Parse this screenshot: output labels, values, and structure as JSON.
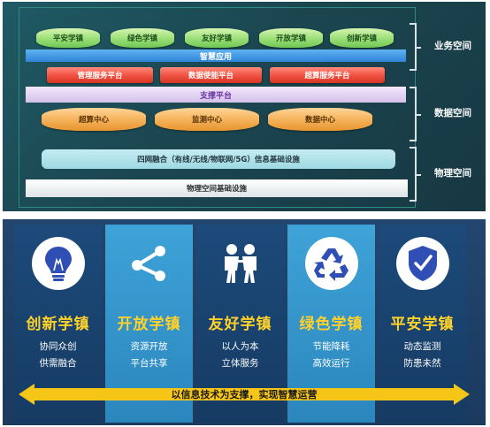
{
  "top": {
    "apps": [
      "平安学镇",
      "绿色学镇",
      "友好学镇",
      "开放学镇",
      "创新学镇"
    ],
    "smart_app": "智慧应用",
    "services": [
      "管理服务平台",
      "数据使能平台",
      "超算服务平台"
    ],
    "support": "支撑平台",
    "centers": [
      "超算中心",
      "监测中心",
      "数据中心"
    ],
    "network": "四网融合（有线/无线/物联网/5G）信息基础设施",
    "physical": "物理空间基础设施",
    "spaces": [
      "业务空间",
      "数据空间",
      "物理空间"
    ]
  },
  "bottom": {
    "columns": [
      {
        "icon": "lightbulb-icon",
        "title": "创新学镇",
        "line1": "协同众创",
        "line2": "供需融合"
      },
      {
        "icon": "share-icon",
        "title": "开放学镇",
        "line1": "资源开放",
        "line2": "平台共享"
      },
      {
        "icon": "people-icon",
        "title": "友好学镇",
        "line1": "以人为本",
        "line2": "立体服务"
      },
      {
        "icon": "recycle-icon",
        "title": "绿色学镇",
        "line1": "节能降耗",
        "line2": "高效运行"
      },
      {
        "icon": "shield-check-icon",
        "title": "平安学镇",
        "line1": "动态监测",
        "line2": "防患未然"
      }
    ],
    "banner": "以信息技术为支撑，实现智慧运营"
  },
  "colors": {
    "title_yellow": "#ffd12a",
    "dark_blue": "#1c4a7a",
    "light_blue": "#3ea3d8",
    "arrow_yellow": "#f5c518",
    "icon_blue": "#2f4fb5"
  }
}
